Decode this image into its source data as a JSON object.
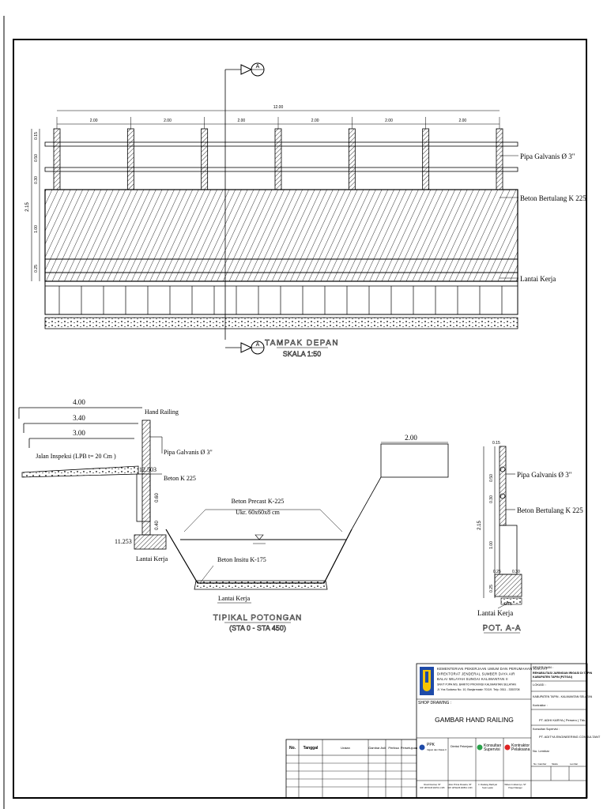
{
  "front_view": {
    "section_marker": "A",
    "total_dim": "12.00",
    "span_dims": [
      "2.00",
      "2.00",
      "2.00",
      "2.00",
      "2.00",
      "2.00"
    ],
    "height_dims": {
      "left_total": "2.15",
      "post_upper": "0.50",
      "post_gap": "0.30",
      "post_top": "0.15",
      "wall": "1.00",
      "base": "0.25"
    },
    "labels": {
      "pipe": "Pipa  Galvanis Ø 3\"",
      "beam": "Beton Bertulang K 225",
      "floor": "Lantai Kerja"
    },
    "title": "TAMPAK DEPAN",
    "scale": "SKALA 1:50"
  },
  "cross_section": {
    "dims": {
      "d1": "4.00",
      "d2": "3.40",
      "d3": "3.00",
      "d4": "2.00"
    },
    "labels": {
      "hand_railing": "Hand Railing",
      "road": "Jalan Inspeksi (LPB t= 20 Cm )",
      "pipe": "Pipa  Galvanis Ø 3\"",
      "beam": "Beton K 225",
      "precast": "Beton Precast K-225",
      "precast_size": "Ukr. 60x60x8 cm",
      "insitu": "Beton Insitu K-175",
      "floor_left": "Lantai Kerja",
      "floor_bottom": "Lantai Kerja"
    },
    "elevations": {
      "top": "12.503",
      "bottom": "11.253"
    },
    "wall_dims": {
      "w1": "0.60",
      "w2": "0.40"
    },
    "title": "TIPIKAL POTONGAN",
    "subtitle": "(STA 0 - STA 450)"
  },
  "section_aa": {
    "dims": {
      "top": "0.15",
      "upper": "0.50",
      "gap": "0.30",
      "total": "2.15",
      "wall": "1.00",
      "base": "0.25",
      "foot": "0.75",
      "step1": "0.25",
      "step2": "0.30"
    },
    "labels": {
      "pipe": "Pipa  Galvanis Ø 3\"",
      "beam": "Beton Bertulang K 225",
      "floor": "Lantai Kerja"
    },
    "title": "POT. A-A"
  },
  "title_block": {
    "ministry": [
      "KEMENTERIAN PEKERJAAN UMUM DAN PERUMAHAN RAKYAT",
      "DIREKTORAT JENDERAL SUMBER DAYA AIR",
      "BALAI WILAYAH SUNGAI KALIMANTAN II",
      "SNVT PJPA WS. BARITO PROVINSI KALIMANTAN SELATAN",
      "Jl. Yos Sudarso No. 10, Banjarmasin 70119. Telp. 0511 - 3353708"
    ],
    "pekerjaan_label": "PEKERJAAN :",
    "pekerjaan": "REHABILITASI JARINGAN IRIGASI DI TAPIN KABUPATEN TAPIN (P3TGAI)",
    "lokasi_label": "LOKASI :",
    "lokasi": "KABUPATEN TAPIN - KALIMANTAN SELATAN",
    "kontraktor_label": "Kontraktor :",
    "kontraktor": "PT. ADHI KARYA ( Persero ) Tbk.",
    "konsultan_label": "Konsultan Supervisi :",
    "konsultan": "PT. ADITYA ENGINEERING CONSULTANT",
    "shop_label": "SHOP DRAWING :",
    "drawing_title": "GAMBAR HAND RAILING",
    "rev_headers": [
      "No.",
      "Tanggal",
      "Uraian",
      "Gambar Asli",
      "Periksa",
      "Persetujuan"
    ],
    "roles": [
      "PPK",
      "Direksi Pekerjaan",
      "Konsultan Supervisi",
      "Kontraktor Pelaksana"
    ],
    "role_sub": [
      "Irigasi dan Rawa II"
    ],
    "signatories": [
      {
        "name": "Rusdi Harnai, ST",
        "nip": "NIP. 19671015 200701 1 005"
      },
      {
        "name": "Joko Prima Rosaria, ST",
        "nip": "NIP. 19791226 200501 1 003"
      },
      {
        "name": "Ir. Dadang Rachyat",
        "nip": "Team Leader"
      },
      {
        "name": "Wilson Indrasmyn, ST",
        "nip": "Project Manager"
      }
    ],
    "no_lembar_label": "No. Lembar",
    "lembar": [
      "No. Gambar",
      "Skala",
      "Lembar"
    ]
  }
}
